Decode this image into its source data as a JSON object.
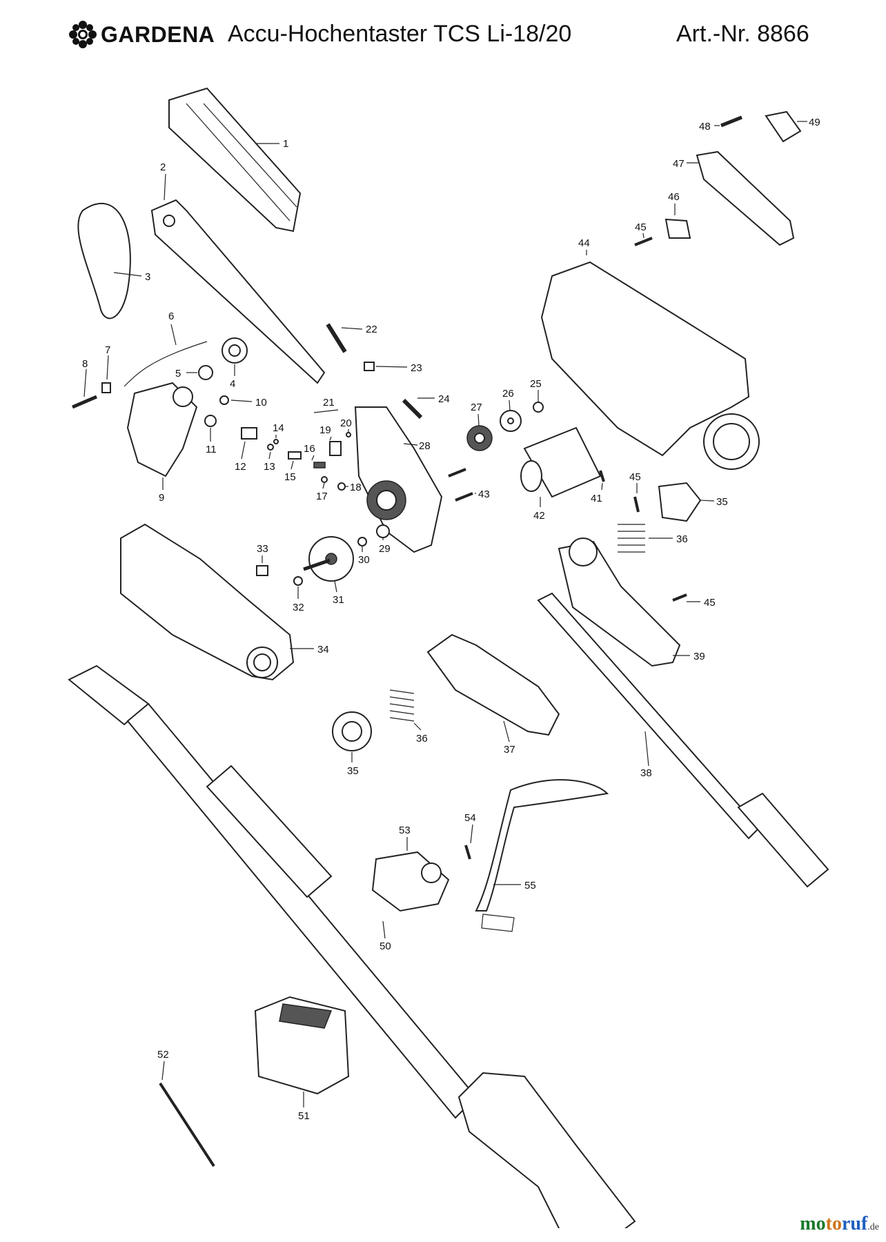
{
  "header": {
    "brand": "GARDENA",
    "title": "Accu-Hochentaster TCS Li-18/20",
    "art_nr": "Art.-Nr. 8866"
  },
  "watermark": {
    "p1": "mo",
    "p2": "to",
    "p3": "ruf",
    "suffix": ".de"
  },
  "parts": [
    "1",
    "2",
    "3",
    "4",
    "5",
    "6",
    "7",
    "8",
    "9",
    "10",
    "11",
    "12",
    "13",
    "14",
    "15",
    "16",
    "17",
    "18",
    "19",
    "20",
    "21",
    "22",
    "23",
    "24",
    "25",
    "26",
    "27",
    "28",
    "29",
    "30",
    "31",
    "32",
    "33",
    "34",
    "35",
    "35",
    "36",
    "36",
    "37",
    "38",
    "39",
    "41",
    "42",
    "43",
    "44",
    "45",
    "45",
    "45",
    "46",
    "47",
    "48",
    "49",
    "50",
    "51",
    "52",
    "53",
    "54",
    "55"
  ]
}
